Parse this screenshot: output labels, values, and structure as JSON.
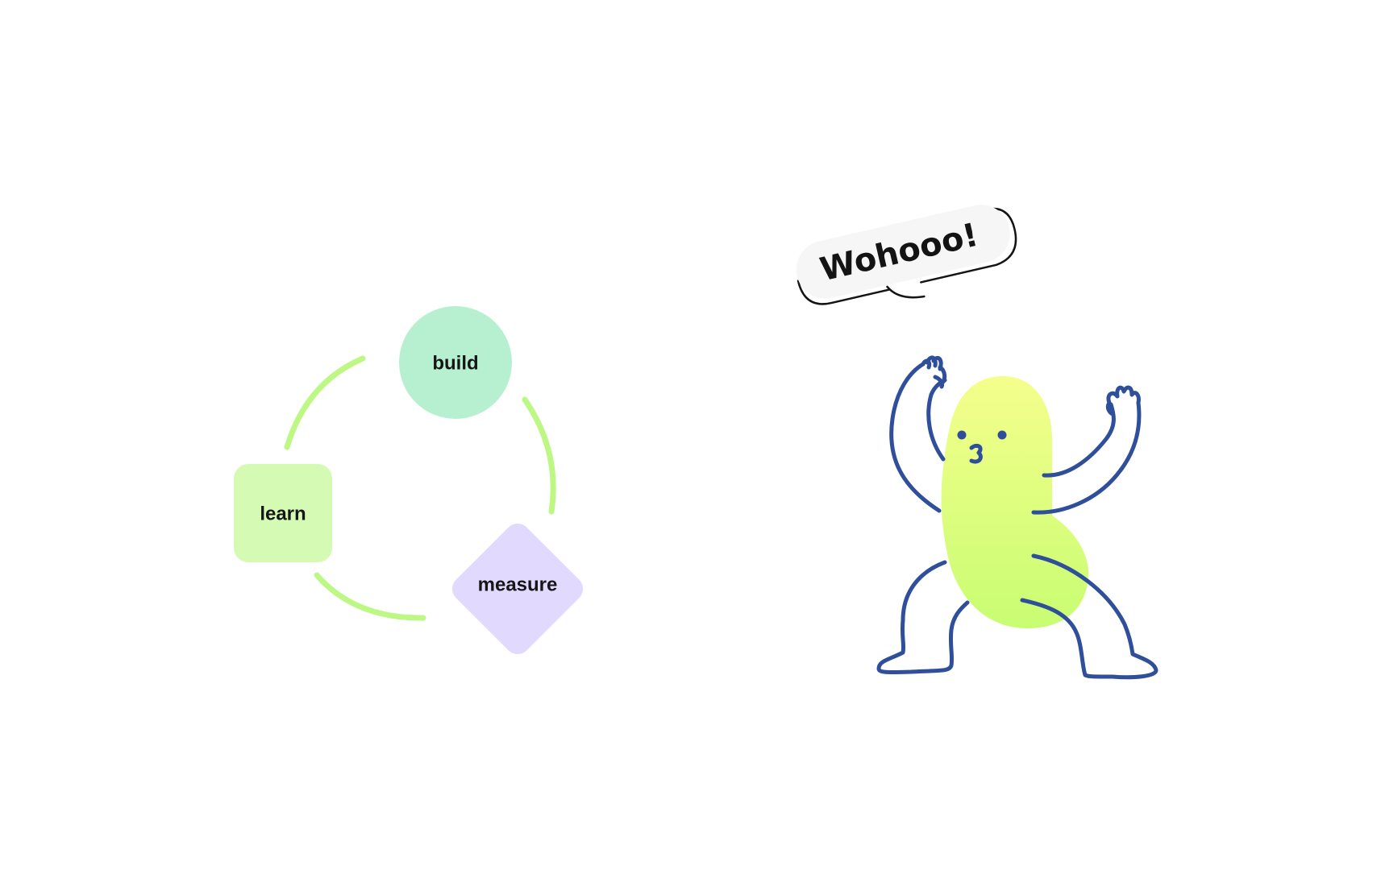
{
  "diagram": {
    "nodes": {
      "build": {
        "label": "build",
        "shape": "circle",
        "color": "#b6f0d0"
      },
      "learn": {
        "label": "learn",
        "shape": "rounded-square",
        "color": "#d4fab4"
      },
      "measure": {
        "label": "measure",
        "shape": "diamond",
        "color": "#e1dafe"
      }
    },
    "connectors": {
      "color": "#bdf884"
    }
  },
  "character": {
    "speech": "Wohooo!",
    "body_gradient_top": "#f5fe8c",
    "body_gradient_bottom": "#c8fd72",
    "line_color": "#2f4f9b"
  }
}
